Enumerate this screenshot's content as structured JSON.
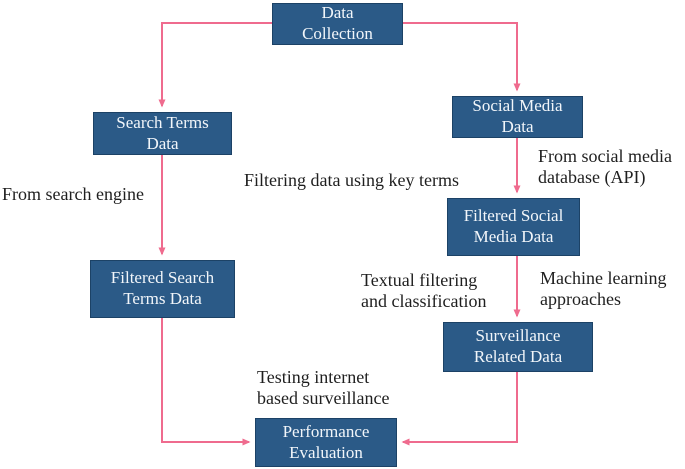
{
  "title": "Data collection flowchart",
  "colors": {
    "background": "#FFFFFF",
    "box_fill": "#2B5A87",
    "box_border": "#1C4266",
    "box_text": "#F2F6FA",
    "arrow": "#EF6B8E",
    "label_text": "#1F1F1F"
  },
  "nodes": {
    "data_collection": {
      "label": "Data Collection"
    },
    "search_terms": {
      "label": "Search Terms Data"
    },
    "social_media": {
      "label": "Social Media Data"
    },
    "filtered_social": {
      "label": "Filtered Social Media Data"
    },
    "filtered_search": {
      "label": "Filtered Search Terms Data"
    },
    "surveillance": {
      "label": "Surveillance Related Data"
    },
    "performance": {
      "label": "Performance Evaluation"
    }
  },
  "edge_labels": {
    "from_search_engine": "From search engine",
    "filtering_key_terms": "Filtering data using key terms",
    "from_social_db": "From social media database (API)",
    "textual_filtering": "Textual filtering and classification",
    "machine_learning": "Machine learning approaches",
    "testing_internet": "Testing internet based surveillance"
  },
  "diagram": {
    "type": "flowchart",
    "edges": [
      [
        "data_collection",
        "search_terms"
      ],
      [
        "data_collection",
        "social_media"
      ],
      [
        "search_terms",
        "filtered_search"
      ],
      [
        "social_media",
        "filtered_social"
      ],
      [
        "filtered_social",
        "surveillance"
      ],
      [
        "filtered_search",
        "performance"
      ],
      [
        "surveillance",
        "performance"
      ]
    ]
  }
}
